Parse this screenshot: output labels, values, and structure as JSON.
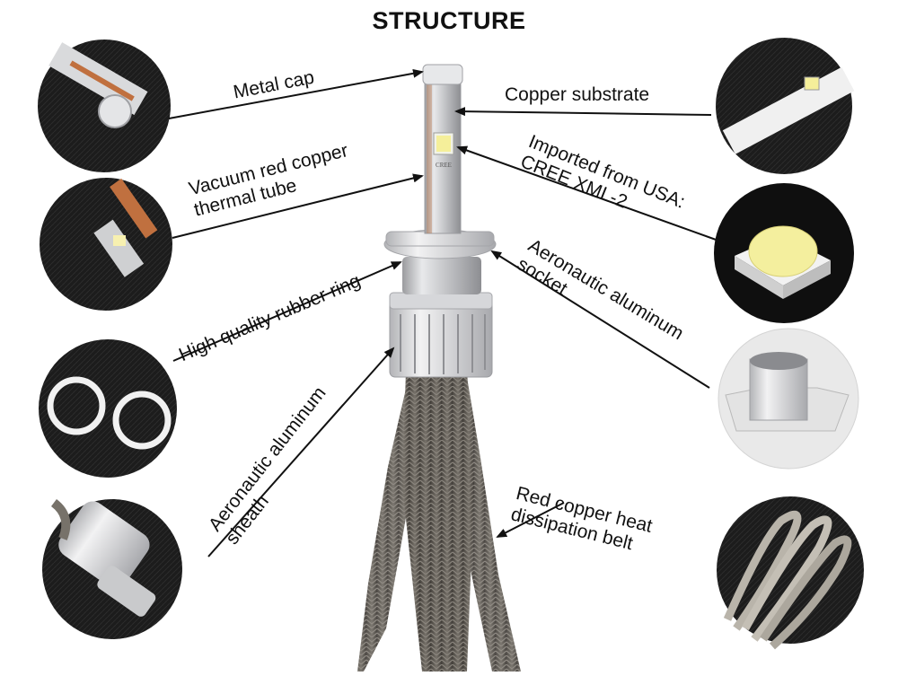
{
  "title": "STRUCTURE",
  "labels": {
    "metal_cap": "Metal cap",
    "vacuum_line1": "Vacuum red copper",
    "vacuum_line2": "thermal tube",
    "rubber_ring": "High quality rubber ring",
    "sheath_line1": "Aeronautic aluminum",
    "sheath_line2": "sheath",
    "copper_substrate": "Copper substrate",
    "cree_line1": "Imported from USA:",
    "cree_line2": "CREE XML-2",
    "socket_line1": "Aeronautic aluminum",
    "socket_line2": "socket",
    "belt_line1": "Red copper heat",
    "belt_line2": "dissipation belt",
    "chip_marking": "CREE"
  },
  "colors": {
    "text": "#111111",
    "arrow": "#111111",
    "photo_bg": "#1a1a1a",
    "aluminum": "#c9cacc",
    "braid": "#5f5b55",
    "copper": "#c0703f"
  },
  "icons": [
    "metal-cap-photo",
    "copper-tube-photo",
    "rubber-rings-photo",
    "sheath-photo",
    "copper-substrate-photo",
    "led-chip-photo",
    "socket-photo",
    "braid-belt-photo"
  ]
}
